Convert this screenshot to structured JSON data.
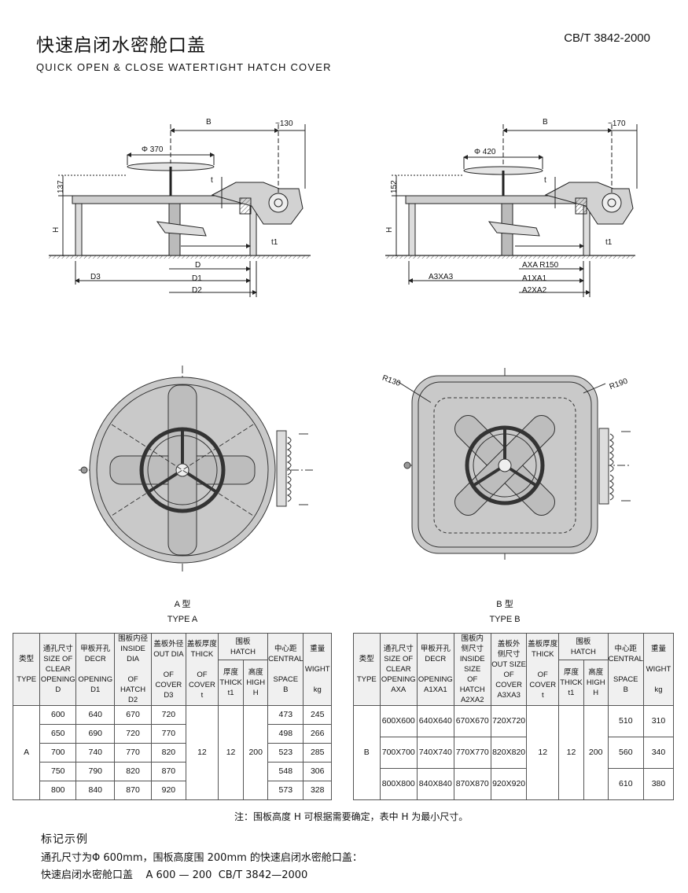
{
  "header": {
    "title_cn": "快速启闭水密舱口盖",
    "standard": "CB/T 3842-2000",
    "title_en": "QUICK OPEN & CLOSE WATERTIGHT HATCH COVER"
  },
  "drawing_a": {
    "dim_b": "B",
    "dim_130": "~130",
    "dim_phi": "Φ 370",
    "dim_137": "137",
    "dim_h": "H",
    "dim_t": "t",
    "dim_t1": "t1",
    "dim_d3": "D3",
    "dim_d": "D",
    "dim_d1": "D1",
    "dim_d2": "D2"
  },
  "drawing_b": {
    "dim_b": "B",
    "dim_170": "~170",
    "dim_phi": "Φ 420",
    "dim_152": "152",
    "dim_h": "H",
    "dim_t": "t",
    "dim_t1": "t1",
    "dim_a3": "A3XA3",
    "dim_axa": "AXA R150",
    "dim_a1": "A1XA1",
    "dim_a2": "A2XA2",
    "r130": "R130",
    "r190": "R190"
  },
  "labels": {
    "type_a_cn": "A 型",
    "type_a_en": "TYPE A",
    "type_b_cn": "B 型",
    "type_b_en": "TYPE B"
  },
  "table_a": {
    "headers": {
      "type": [
        "类型",
        "TYPE"
      ],
      "clear": [
        "通孔尺寸",
        "SIZE OF",
        "CLEAR",
        "OPENING",
        "D"
      ],
      "decr": [
        "甲板开孔",
        "DECR",
        "OPENING",
        "D1"
      ],
      "inside": [
        "围板内径",
        "INSIDE DIA",
        "OF HATCH",
        "D2"
      ],
      "out": [
        "盖板外径",
        "OUT DIA",
        "OF COVER",
        "D3"
      ],
      "thick": [
        "盖板厚度",
        "THICK",
        "OF COVER",
        "t"
      ],
      "hatch": [
        "围板",
        "HATCH"
      ],
      "hthick": [
        "厚度",
        "THICK",
        "t1"
      ],
      "high": [
        "高度",
        "HIGH",
        "H"
      ],
      "central": [
        "中心距",
        "CENTRAL",
        "SPACE",
        "B"
      ],
      "weight": [
        "重量",
        "WIGHT",
        "kg"
      ]
    },
    "type": "A",
    "thick": "12",
    "hthick": "12",
    "high": "200",
    "rows": [
      [
        "600",
        "640",
        "670",
        "720",
        "473",
        "245"
      ],
      [
        "650",
        "690",
        "720",
        "770",
        "498",
        "266"
      ],
      [
        "700",
        "740",
        "770",
        "820",
        "523",
        "285"
      ],
      [
        "750",
        "790",
        "820",
        "870",
        "548",
        "306"
      ],
      [
        "800",
        "840",
        "870",
        "920",
        "573",
        "328"
      ]
    ]
  },
  "table_b": {
    "headers": {
      "type": [
        "类型",
        "TYPE"
      ],
      "clear": [
        "通孔尺寸",
        "SIZE OF",
        "CLEAR",
        "OPENING",
        "AXA"
      ],
      "decr": [
        "甲板开孔",
        "DECR",
        "OPENING",
        "A1XA1"
      ],
      "inside": [
        "围板内",
        "侧尺寸",
        "INSIDE SIZE",
        "OF HATCH",
        "A2XA2"
      ],
      "out": [
        "盖板外",
        "侧尺寸",
        "OUT SIZE",
        "OF COVER",
        "A3XA3"
      ],
      "thick": [
        "盖板厚度",
        "THICK",
        "OF COVER",
        "t"
      ],
      "hatch": [
        "围板",
        "HATCH"
      ],
      "hthick": [
        "厚度",
        "THICK",
        "t1"
      ],
      "high": [
        "高度",
        "HIGH",
        "H"
      ],
      "central": [
        "中心距",
        "CENTRAL",
        "SPACE",
        "B"
      ],
      "weight": [
        "重量",
        "WIGHT",
        "kg"
      ]
    },
    "type": "B",
    "thick": "12",
    "hthick": "12",
    "high": "200",
    "rows": [
      [
        "600X600",
        "640X640",
        "670X670",
        "720X720",
        "510",
        "310"
      ],
      [
        "700X700",
        "740X740",
        "770X770",
        "820X820",
        "560",
        "340"
      ],
      [
        "800X800",
        "840X840",
        "870X870",
        "920X920",
        "610",
        "380"
      ]
    ]
  },
  "note": "注：围板高度 H 可根据需要确定，表中 H 为最小尺寸。",
  "example": {
    "title": "标记示例",
    "line1": "通孔尺寸为Φ 600mm，围板高度围 200mm 的快速启闭水密舱口盖：",
    "line2": "快速启闭水密舱口盖    A 600 — 200  CB/T 3842—2000"
  }
}
